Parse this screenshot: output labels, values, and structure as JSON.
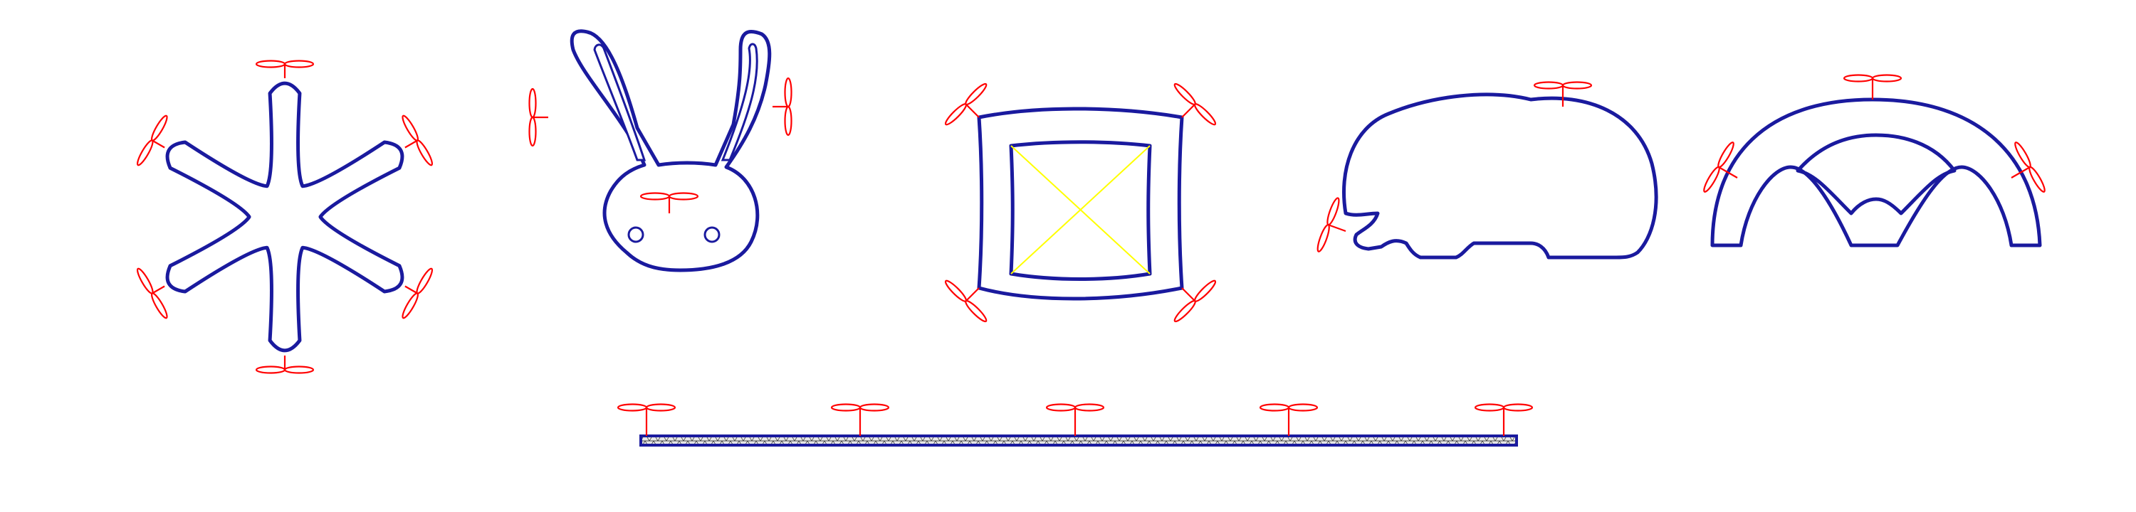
{
  "figure": {
    "shapes": [
      {
        "id": "star",
        "label": "",
        "propellers": 6
      },
      {
        "id": "bunny",
        "label": "",
        "propellers": 3
      },
      {
        "id": "frame",
        "label": "",
        "propellers": 4
      },
      {
        "id": "elephant",
        "label": "",
        "propellers": 2
      },
      {
        "id": "arch",
        "label": "",
        "propellers": 3
      },
      {
        "id": "beam",
        "label": "",
        "propellers": 5
      }
    ],
    "colors": {
      "outline": "#1a1a9e",
      "mesh_fill": "#e6e6e6",
      "mesh_line": "#1a1a1a",
      "propeller": "#ff0000",
      "cross_brace": "#ffff00"
    }
  }
}
